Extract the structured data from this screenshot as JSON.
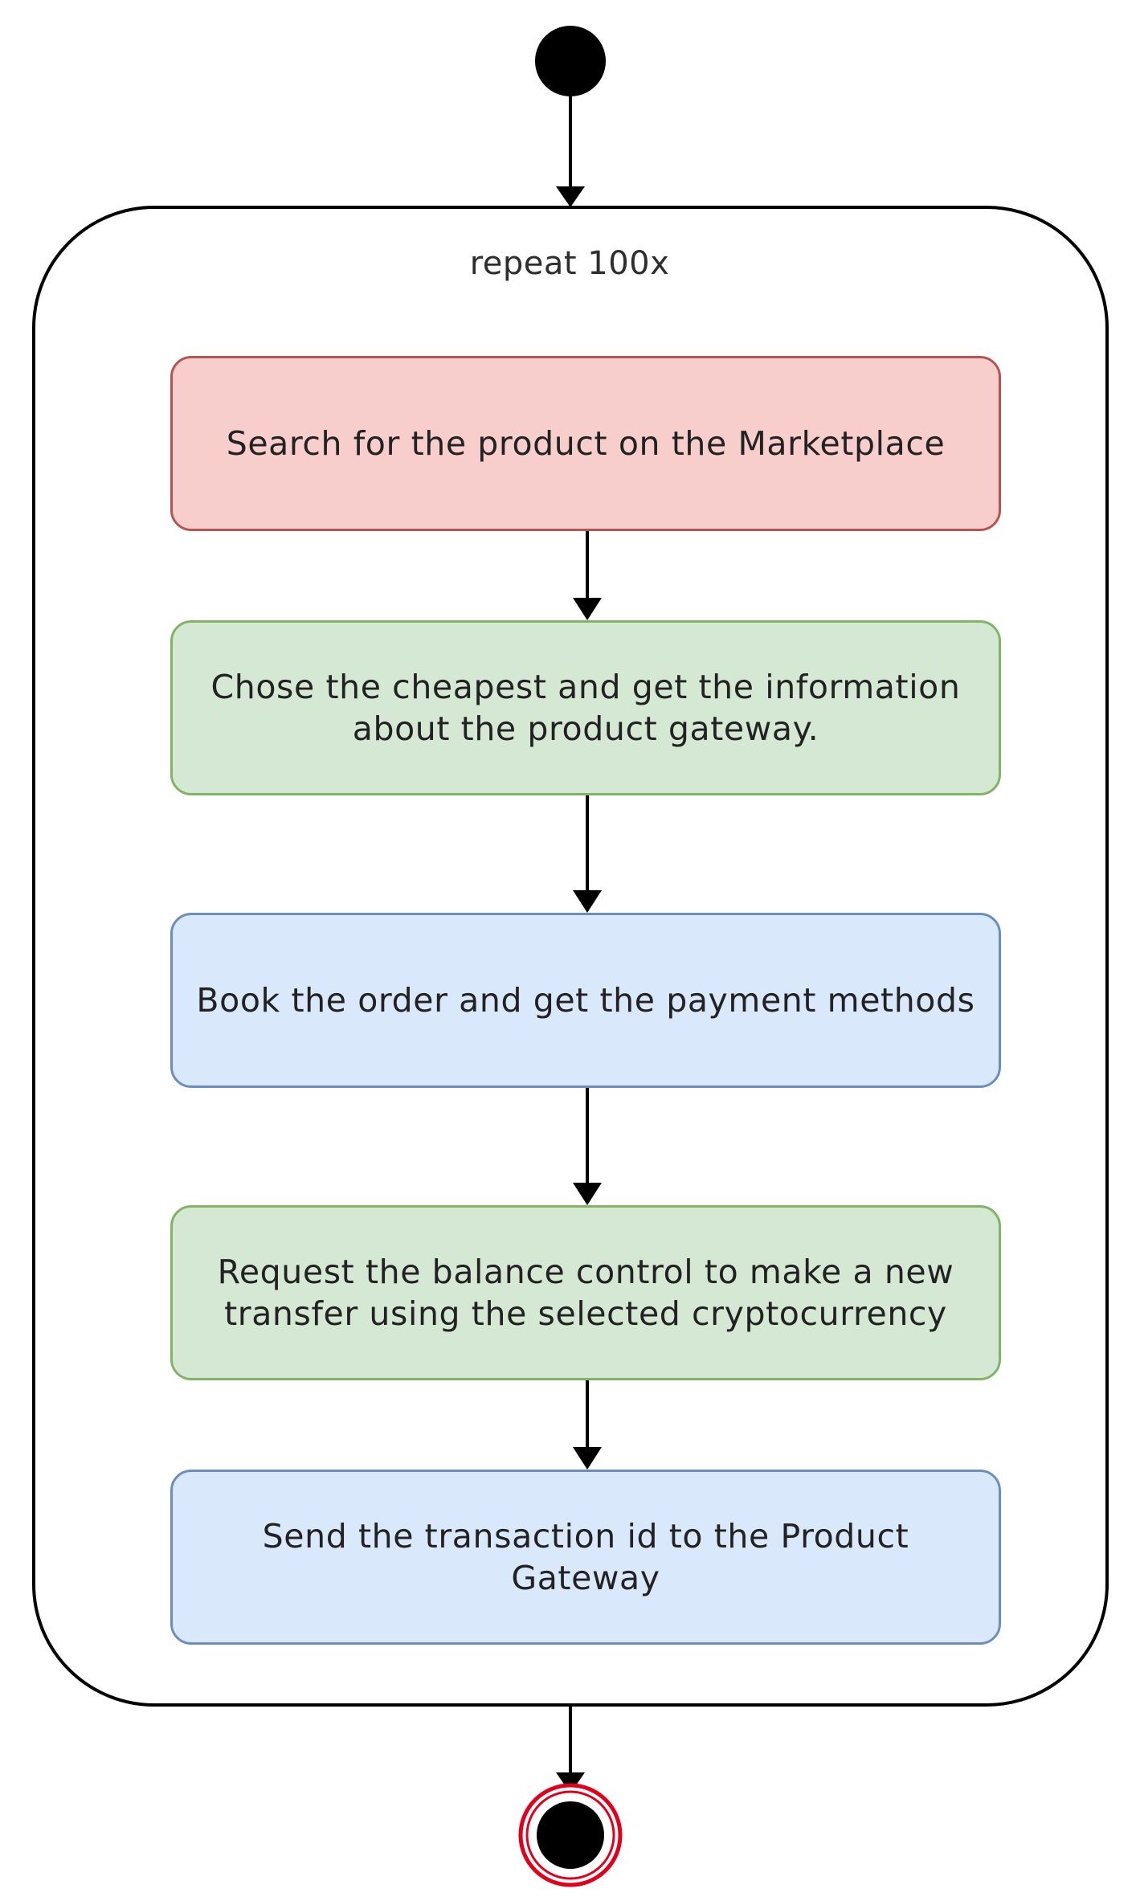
{
  "loop": {
    "label": "repeat 100x"
  },
  "activities": [
    {
      "label": "Search for the product on the Marketplace",
      "fill": "#f8cecc",
      "stroke": "#b85450"
    },
    {
      "label": "Chose the cheapest and get the information about the product gateway.",
      "fill": "#d5e8d4",
      "stroke": "#82b366"
    },
    {
      "label": "Book the order and get the payment methods",
      "fill": "#dae8fc",
      "stroke": "#6c8ebf"
    },
    {
      "label": "Request the balance control to make a new transfer using the selected cryptocurrency",
      "fill": "#d5e8d4",
      "stroke": "#82b366"
    },
    {
      "label": "Send the transaction id to the Product Gateway",
      "fill": "#dae8fc",
      "stroke": "#6c8ebf"
    }
  ],
  "colors": {
    "line": "#000000",
    "final_ring": "#e0001b",
    "node": "#000000"
  }
}
